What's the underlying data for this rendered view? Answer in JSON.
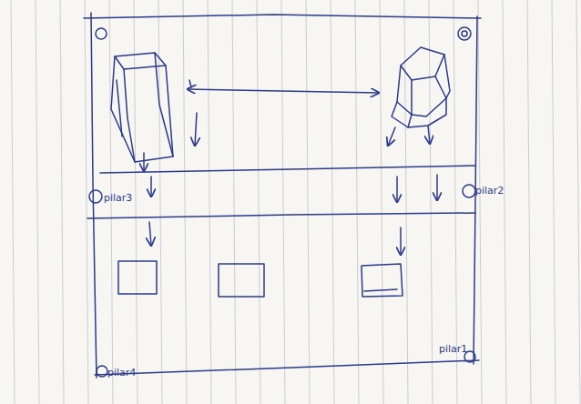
{
  "diagram": {
    "labels": [
      "pilar3",
      "pilar2",
      "pilar1",
      "pilar4"
    ]
  }
}
